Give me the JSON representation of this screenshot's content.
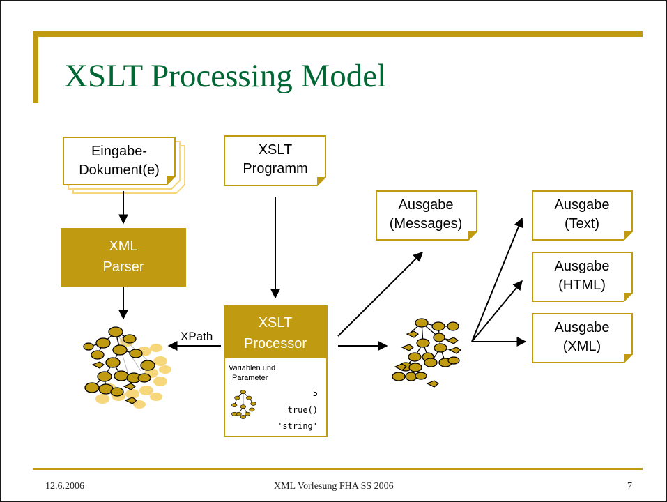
{
  "slide": {
    "title": "XSLT Processing Model",
    "footer": {
      "date": "12.6.2006",
      "center": "XML Vorlesung FHA SS 2006",
      "page": "7"
    }
  },
  "diagram": {
    "input_doc": [
      "Eingabe-",
      "Dokument(e)"
    ],
    "xslt_program": [
      "XSLT",
      "Programm"
    ],
    "xml_parser": [
      "XML",
      "Parser"
    ],
    "xslt_processor": [
      "XSLT",
      "Processor"
    ],
    "xpath_label": "XPath",
    "variables_label": [
      "Variablen und",
      "Parameter"
    ],
    "variable_values": [
      "5",
      "true()",
      "'string'"
    ],
    "output_messages": [
      "Ausgabe",
      "(Messages)"
    ],
    "output_text": [
      "Ausgabe",
      "(Text)"
    ],
    "output_html": [
      "Ausgabe",
      "(HTML)"
    ],
    "output_xml": [
      "Ausgabe",
      "(XML)"
    ]
  },
  "colors": {
    "gold": "#c09a10",
    "light_gold": "#f7d77c",
    "title_green": "#006633"
  }
}
